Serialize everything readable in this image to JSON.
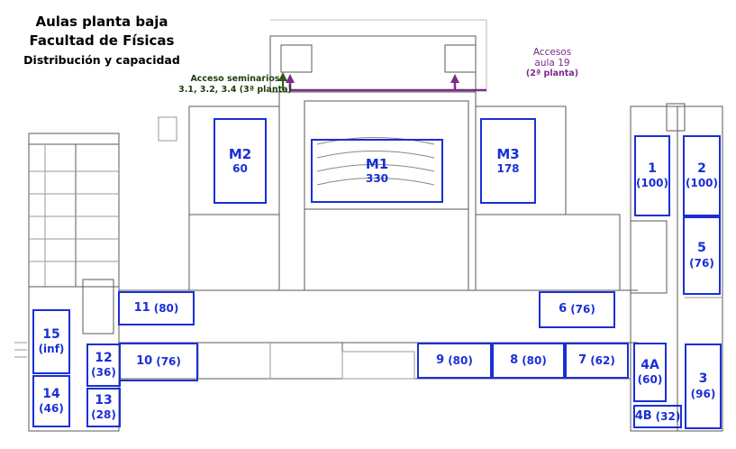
{
  "title": {
    "line1": "Aulas planta baja",
    "line2": "Facultad de Físicas",
    "line3": "Distribución y capacidad"
  },
  "annotations": {
    "seminarios": {
      "line1": "Acceso seminarios",
      "line2": "3.1, 3.2, 3.4 (3ª planta)",
      "color": "#1f3d0c"
    },
    "aula19": {
      "line1": "Accesos",
      "line2": "aula 19",
      "line3": "(2ª planta)",
      "color": "#7a2a8a"
    }
  },
  "colors": {
    "room_outline": "#1a2fd6",
    "walls": "#555555"
  },
  "rooms": {
    "m1": {
      "name": "M1",
      "capacity": "330"
    },
    "m2": {
      "name": "M2",
      "capacity": "60"
    },
    "m3": {
      "name": "M3",
      "capacity": "178"
    },
    "r1": {
      "name": "1",
      "capacity": "(100)"
    },
    "r2": {
      "name": "2",
      "capacity": "(100)"
    },
    "r3": {
      "name": "3",
      "capacity": "(96)"
    },
    "r4a": {
      "name": "4A",
      "capacity": "(60)"
    },
    "r4b": {
      "name": "4B",
      "capacity": "(32)"
    },
    "r5": {
      "name": "5",
      "capacity": "(76)"
    },
    "r6": {
      "name": "6",
      "capacity": "(76)"
    },
    "r7": {
      "name": "7",
      "capacity": "(62)"
    },
    "r8": {
      "name": "8",
      "capacity": "(80)"
    },
    "r9": {
      "name": "9",
      "capacity": "(80)"
    },
    "r10": {
      "name": "10",
      "capacity": "(76)"
    },
    "r11": {
      "name": "11",
      "capacity": "(80)"
    },
    "r12": {
      "name": "12",
      "capacity": "(36)"
    },
    "r13": {
      "name": "13",
      "capacity": "(28)"
    },
    "r14": {
      "name": "14",
      "capacity": "(46)"
    },
    "r15": {
      "name": "15",
      "capacity": "(inf)"
    }
  }
}
